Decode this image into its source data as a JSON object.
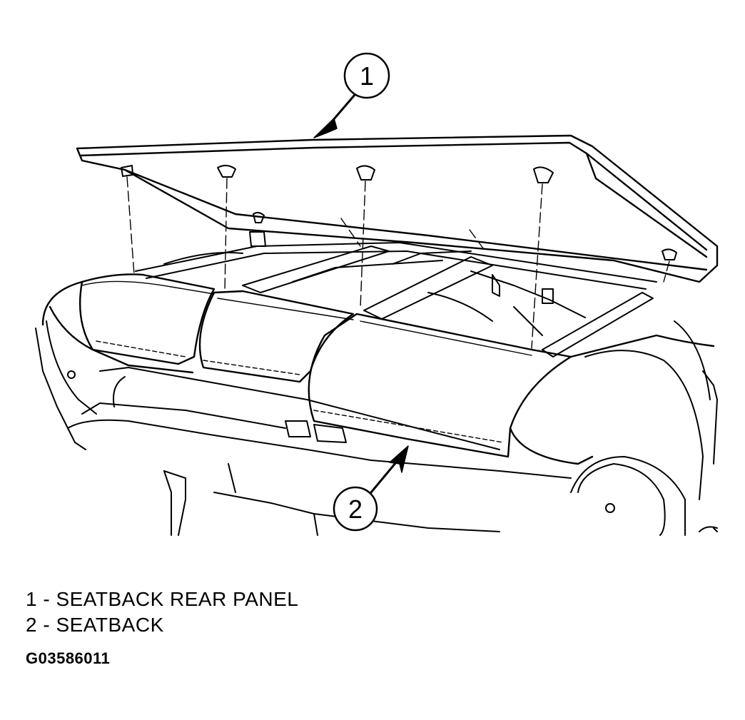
{
  "callouts": [
    {
      "number": "1",
      "label": "SEATBACK REAR PANEL"
    },
    {
      "number": "2",
      "label": "SEATBACK"
    }
  ],
  "legend": [
    "1 - SEATBACK REAR PANEL",
    "2 - SEATBACK"
  ],
  "figure_code": "G03586011"
}
